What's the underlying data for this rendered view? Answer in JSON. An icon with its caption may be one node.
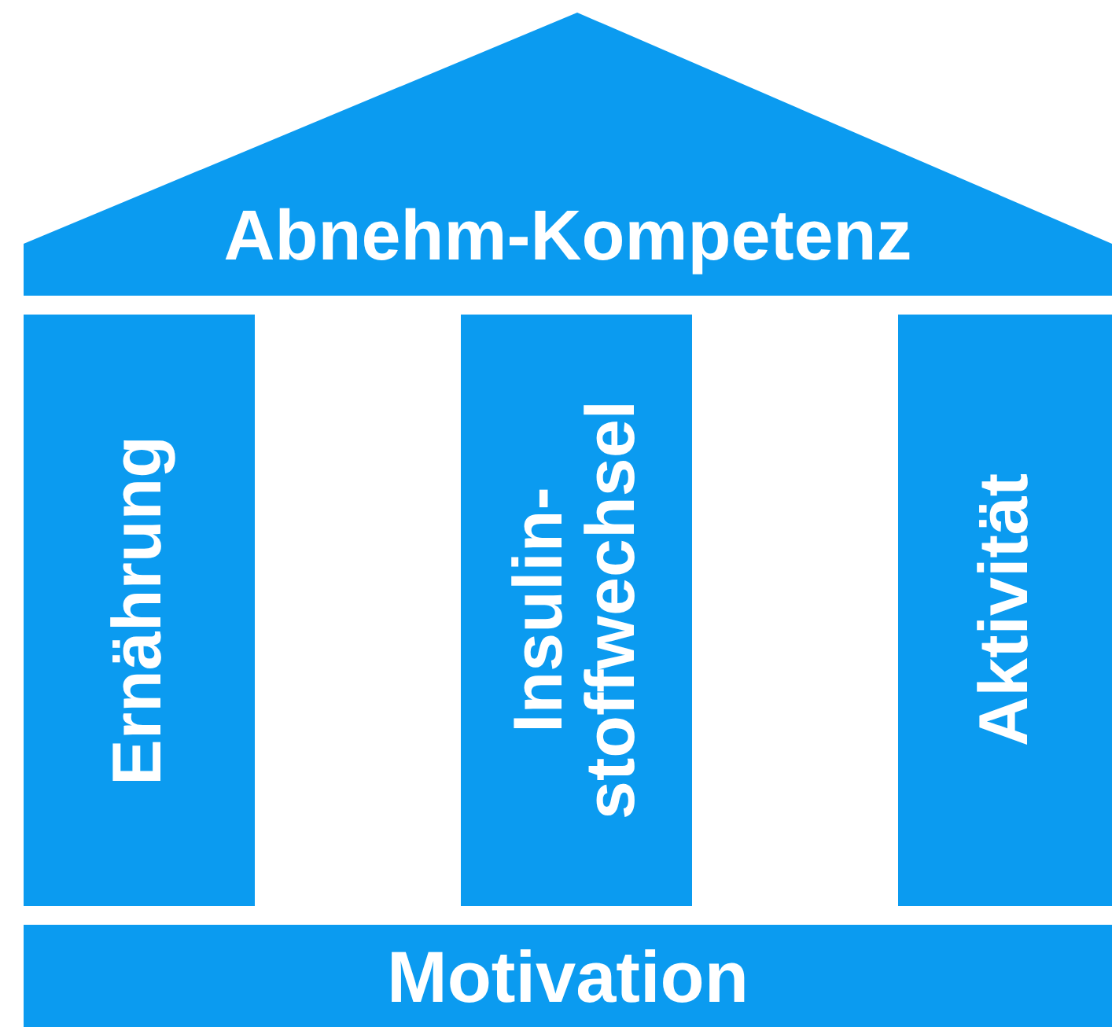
{
  "diagram": {
    "nodes": [
      {
        "text": [
          "Abnehm-Kompetenz"
        ]
      },
      {
        "text": [
          "Ernährung"
        ]
      },
      {
        "text": [
          "Insulin- stoffwechsel"
        ]
      },
      {
        "text": [
          "Aktivität"
        ]
      },
      {
        "text": [
          "Motivation"
        ]
      }
    ]
  }
}
